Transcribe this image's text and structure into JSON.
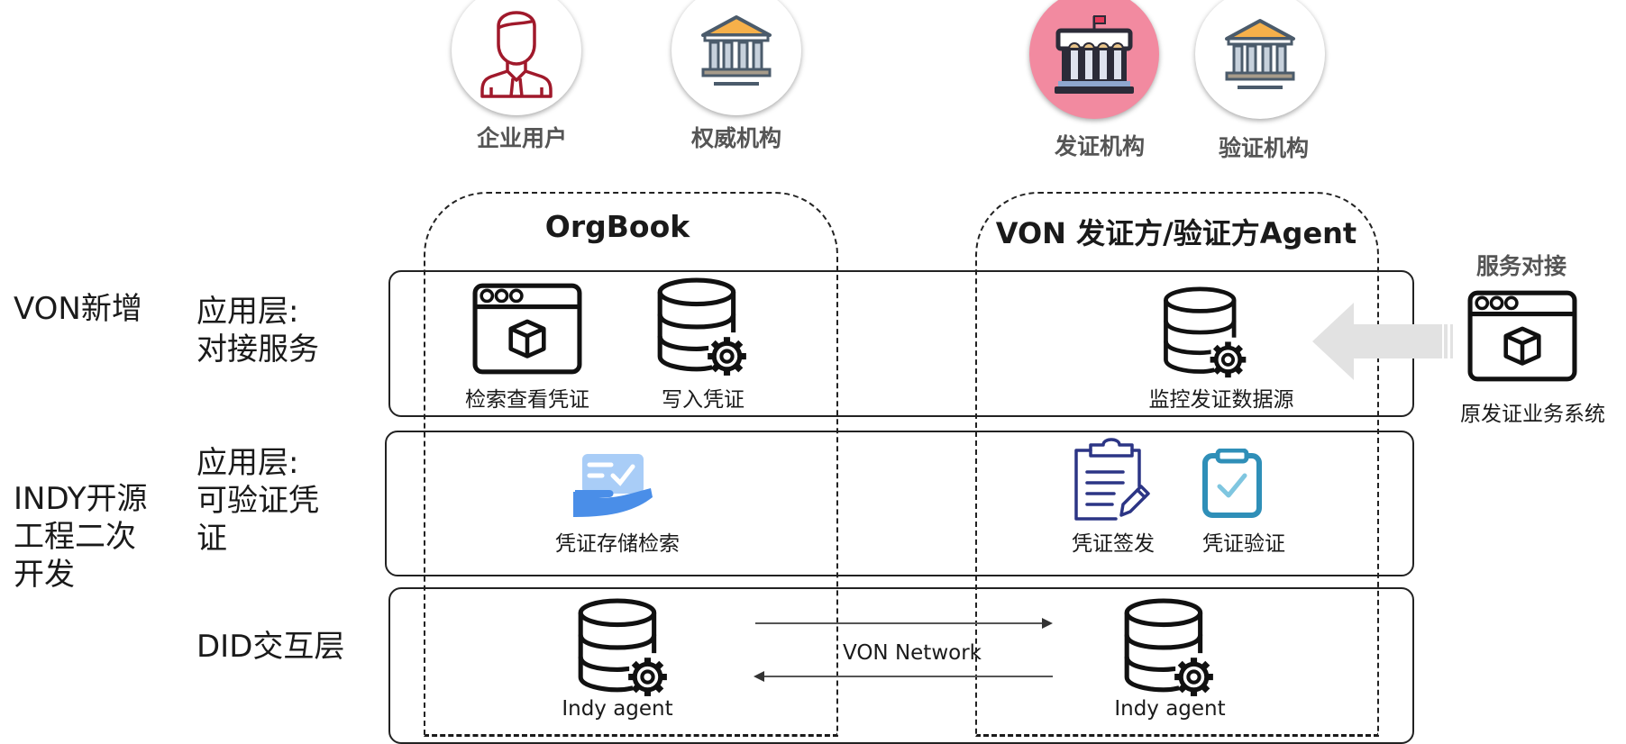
{
  "actors": [
    {
      "label": "企业用户",
      "icon": "businessman-icon"
    },
    {
      "label": "权威机构",
      "icon": "institution-building-icon"
    },
    {
      "label": "发证机构",
      "icon": "issuer-building-icon"
    },
    {
      "label": "验证机构",
      "icon": "institution-building-icon"
    }
  ],
  "containers": {
    "orgbook": {
      "title": "OrgBook"
    },
    "von_agent": {
      "title": "VON 发证方/验证方Agent"
    }
  },
  "left_labels": {
    "von_added": "VON新增",
    "indy_dev": [
      "INDY开源",
      "工程二次",
      "开发"
    ]
  },
  "layers": [
    {
      "label_lines": [
        "应用层:",
        "对接服务"
      ]
    },
    {
      "label_lines": [
        "应用层:",
        "可验证凭",
        "证"
      ]
    },
    {
      "label_lines": [
        "DID交互层"
      ]
    }
  ],
  "layer1_items": [
    {
      "label": "检索查看凭证",
      "icon": "browser-window-cube-icon"
    },
    {
      "label": "写入凭证",
      "icon": "database-gear-icon"
    },
    {
      "label": "监控发证数据源",
      "icon": "database-gear-icon"
    }
  ],
  "layer2_items": [
    {
      "label": "凭证存储检索",
      "icon": "hand-credential-icon"
    },
    {
      "label": "凭证签发",
      "icon": "clipboard-edit-icon"
    },
    {
      "label": "凭证验证",
      "icon": "clipboard-check-icon"
    }
  ],
  "layer3_items": [
    {
      "label": "Indy agent",
      "icon": "database-gear-icon"
    },
    {
      "label": "Indy agent",
      "icon": "database-gear-icon"
    }
  ],
  "network": {
    "label": "VON Network"
  },
  "external_service": {
    "title": "服务对接",
    "label": "原发证业务系统",
    "icon": "browser-window-cube-icon"
  }
}
